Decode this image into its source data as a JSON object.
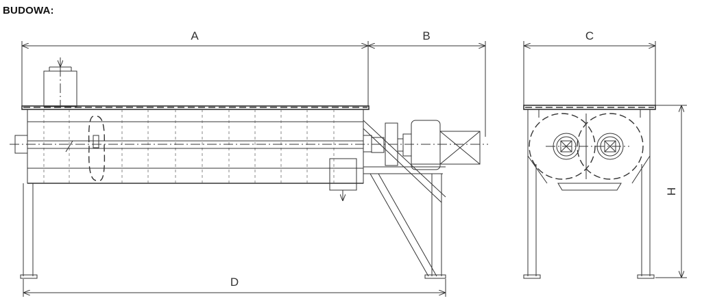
{
  "heading": "BUDOWA:",
  "dimensions": {
    "a": "A",
    "b": "B",
    "c": "C",
    "d": "D",
    "h": "H"
  }
}
